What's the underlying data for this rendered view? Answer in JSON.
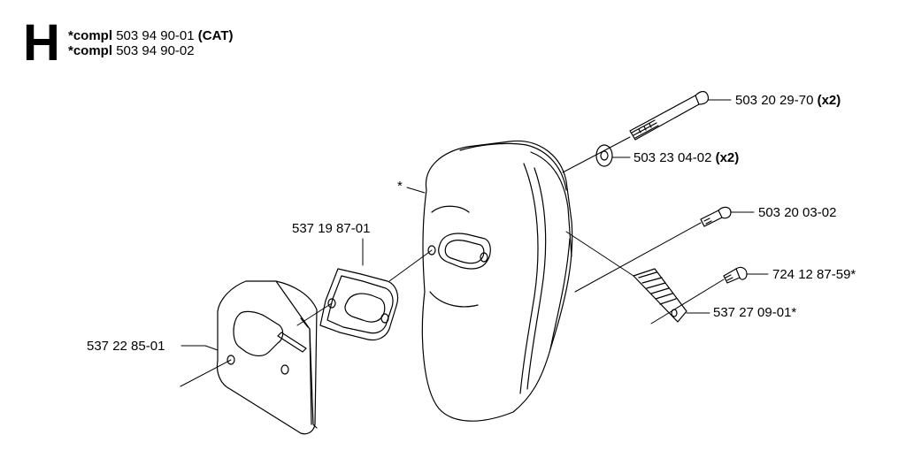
{
  "header": {
    "section_letter": "H",
    "lines": [
      {
        "prefix": "*compl",
        "number": "503 94 90-01",
        "suffix": "(CAT)"
      },
      {
        "prefix": "*compl",
        "number": "503 94 90-02",
        "suffix": ""
      }
    ]
  },
  "parts": {
    "bolt_long": {
      "number": "503 20 29-70",
      "qty": "(x2)"
    },
    "washer": {
      "number": "503 23 04-02",
      "qty": "(x2)"
    },
    "screw_short": {
      "number": "503 20 03-02",
      "qty": ""
    },
    "screw_small": {
      "number": "724 12 87-59*",
      "qty": ""
    },
    "spark_screen": {
      "number": "537 27 09-01*",
      "qty": ""
    },
    "gasket": {
      "number": "537 19 87-01",
      "qty": ""
    },
    "heat_shield": {
      "number": "537 22 85-01",
      "qty": ""
    },
    "muffler_marker": "*"
  }
}
